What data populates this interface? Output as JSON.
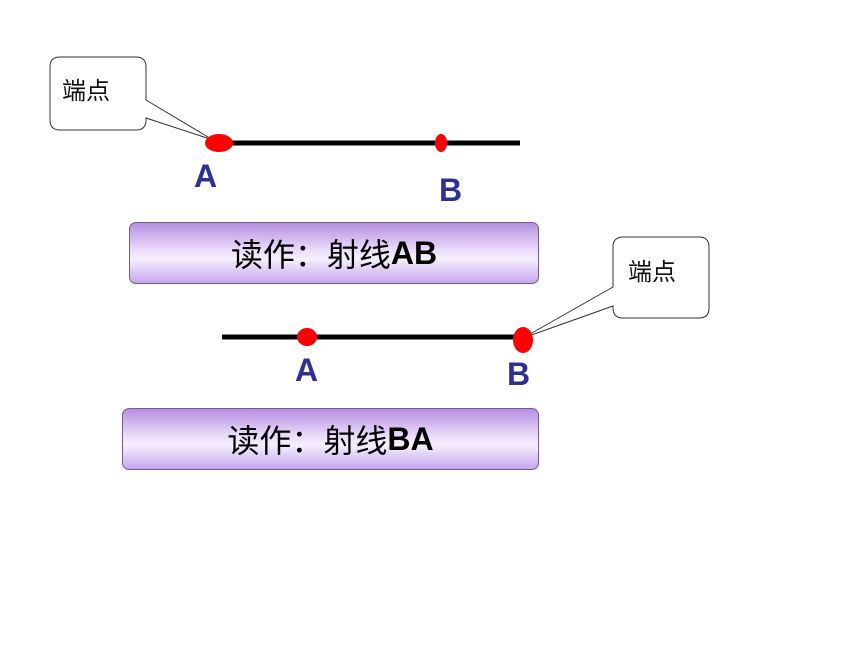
{
  "ray1": {
    "callout": "端点",
    "label_a": "A",
    "label_b": "B",
    "reading_prefix": "读作：射线",
    "reading_name": "AB"
  },
  "ray2": {
    "callout": "端点",
    "label_a": "A",
    "label_b": "B",
    "reading_prefix": "读作：射线",
    "reading_name": "BA"
  },
  "colors": {
    "ray": "#000000",
    "point": "#ff0000",
    "label": "#2e3192",
    "box_border": "#7a5a8a",
    "box_fill_top": "#b48fe0",
    "box_fill_mid": "#f6effd"
  }
}
